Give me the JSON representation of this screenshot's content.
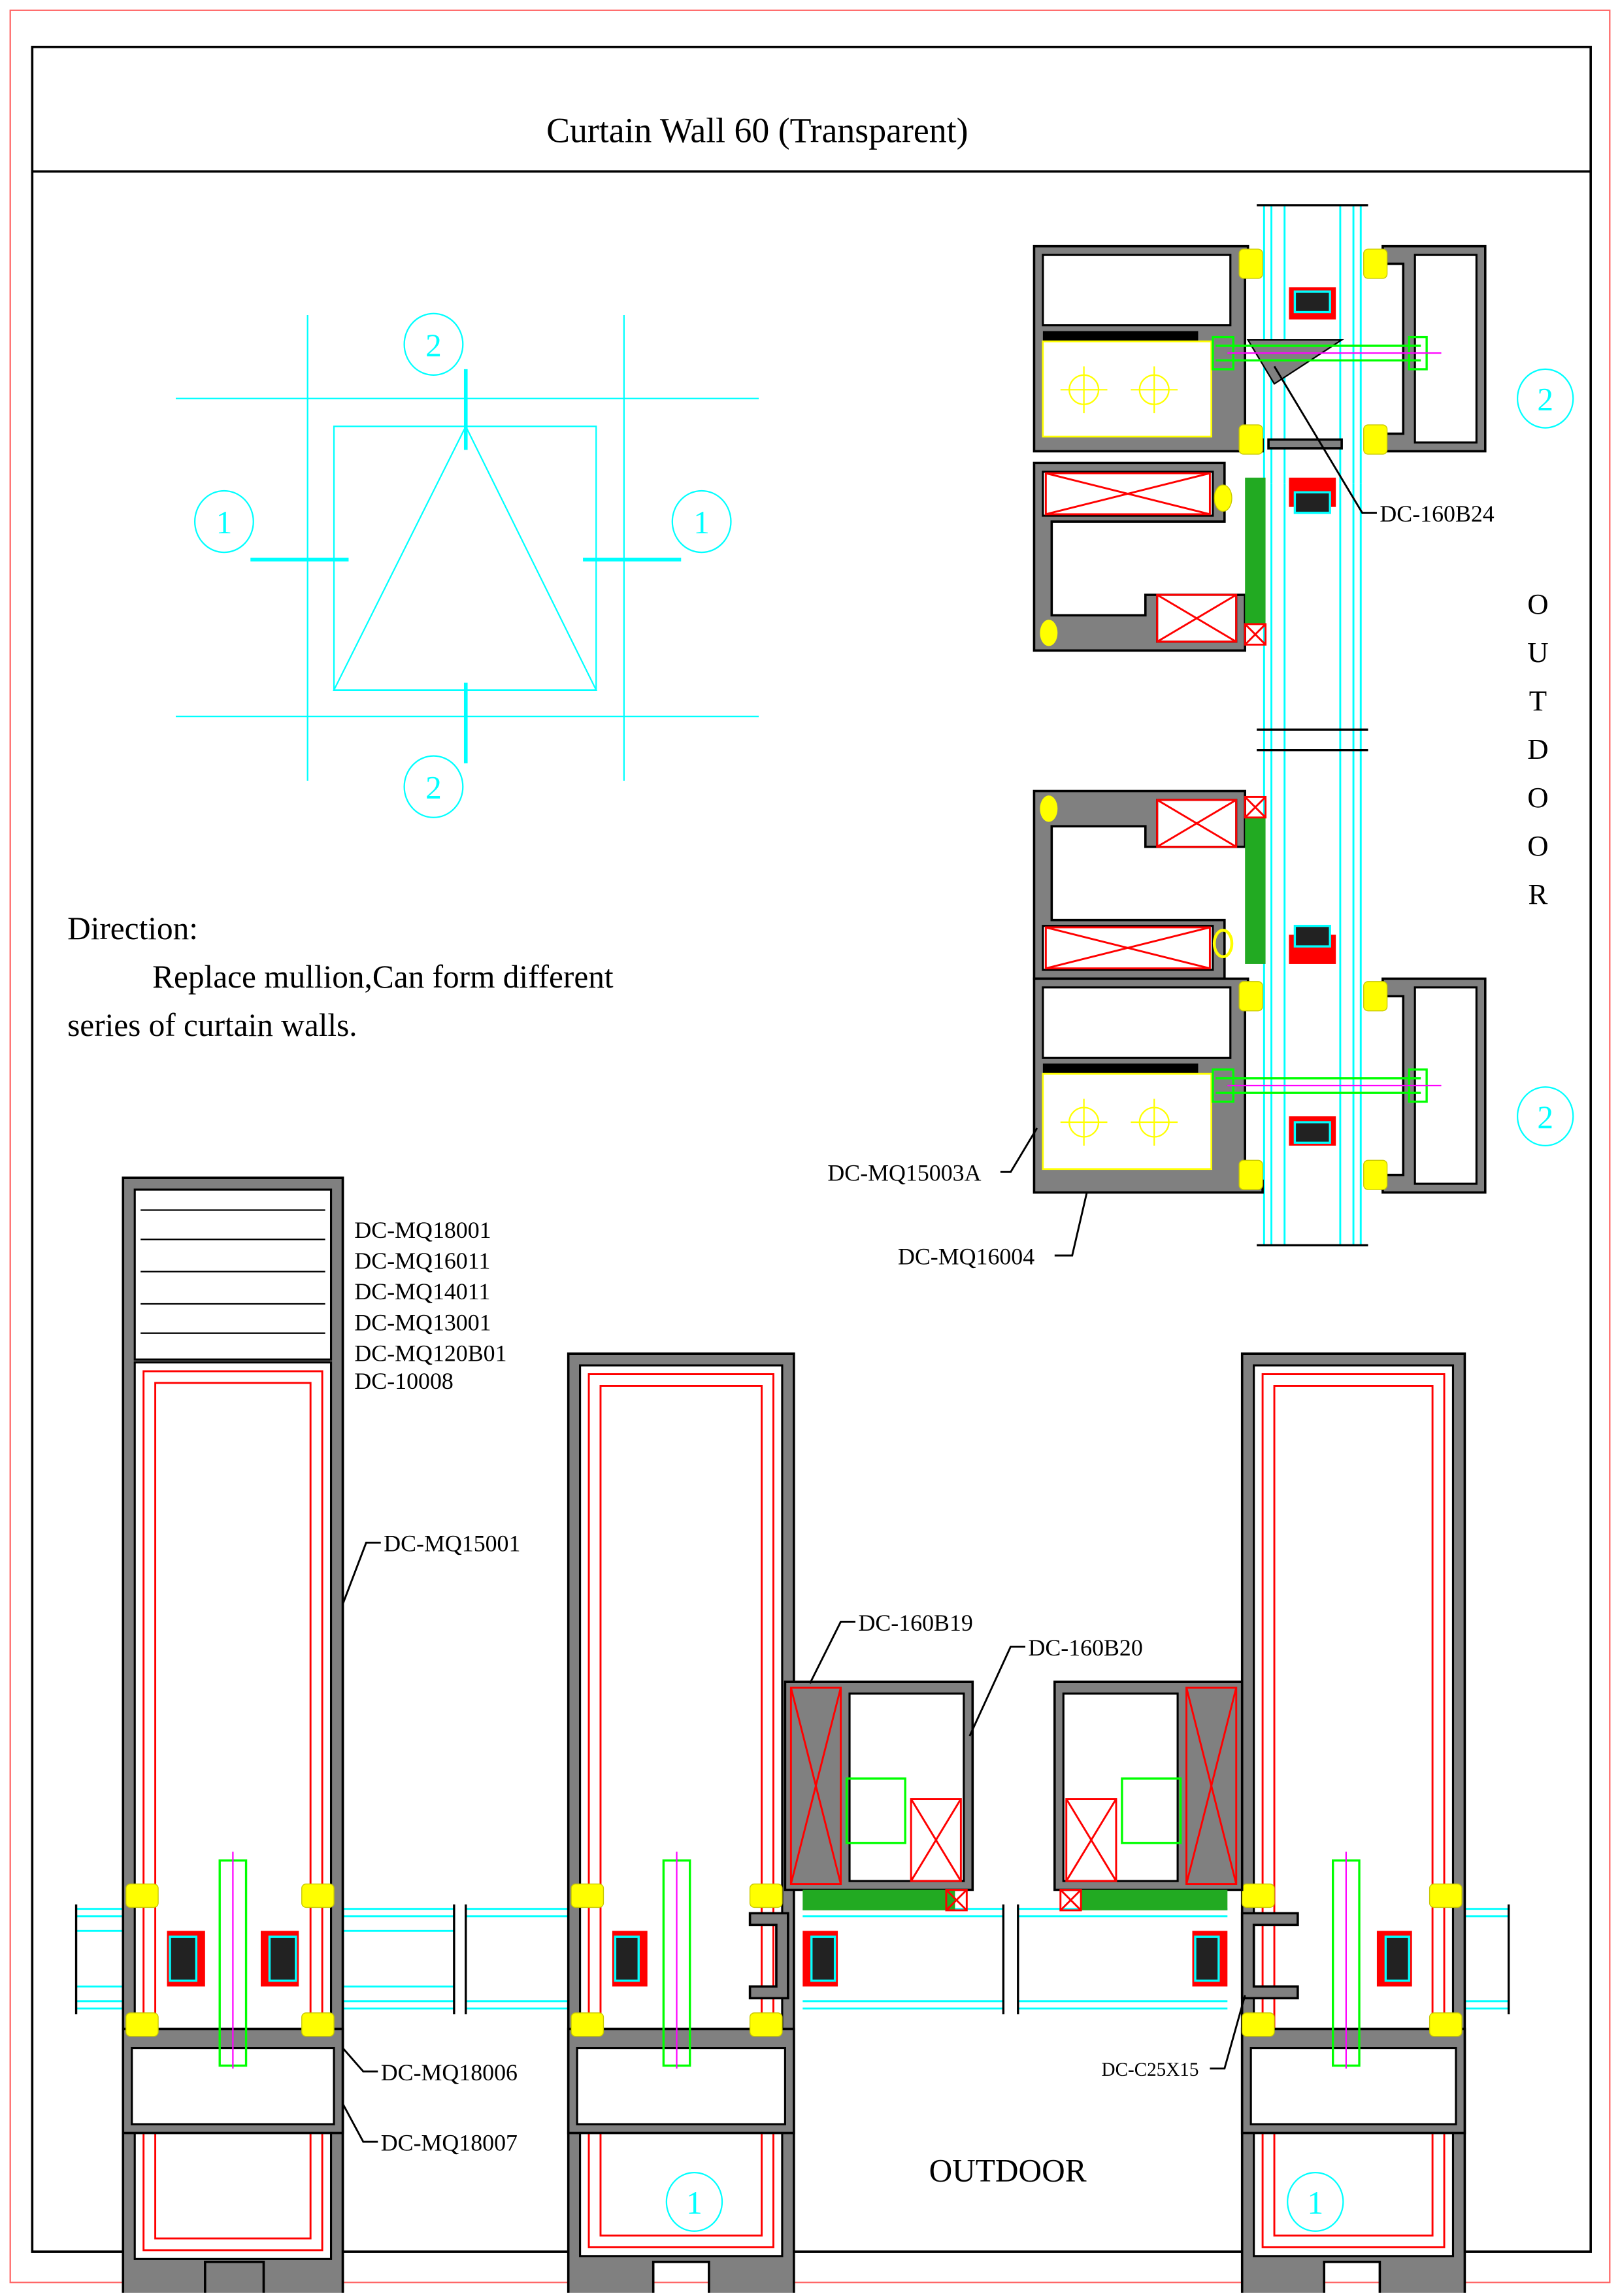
{
  "title": "Curtain Wall 60 (Transparent)",
  "colors": {
    "frame_border": "#ff6666",
    "inner_border": "#000000",
    "axis_lines": "#00ffff",
    "profile_fill": "#808080",
    "gasket": "#ffff00",
    "thermal_break": "#ff0000",
    "bolt": "#00ff00",
    "centerline": "#ff00ff",
    "sealant": "#00aa00"
  },
  "key_plan": {
    "section_markers": [
      {
        "id": "1",
        "position": "left"
      },
      {
        "id": "1",
        "position": "right"
      },
      {
        "id": "2",
        "position": "top"
      },
      {
        "id": "2",
        "position": "bottom"
      }
    ]
  },
  "direction": {
    "heading": "Direction:",
    "line1": "Replace mullion,Can form different",
    "line2": "series of curtain walls."
  },
  "section_2": {
    "marker_top": "2",
    "marker_bottom": "2",
    "outdoor_letters": [
      "O",
      "U",
      "T",
      "D",
      "O",
      "O",
      "R"
    ],
    "labels": {
      "transom_bracket": "DC-160B24",
      "transom": "DC-MQ15003A",
      "cover": "DC-MQ16004"
    }
  },
  "section_1": {
    "outdoor_label": "OUTDOOR",
    "marker_left": "1",
    "marker_right": "1",
    "mullion_series_labels": [
      "DC-MQ18001",
      "DC-MQ16011",
      "DC-MQ14011",
      "DC-MQ13001",
      "DC-MQ120B01",
      "DC-10008"
    ],
    "labels": {
      "mullion": "DC-MQ15001",
      "pressure_plate": "DC-MQ18006",
      "cap": "DC-MQ18007",
      "corner_left": "DC-160B19",
      "corner_right": "DC-160B20",
      "channel": "DC-C25X15"
    }
  }
}
